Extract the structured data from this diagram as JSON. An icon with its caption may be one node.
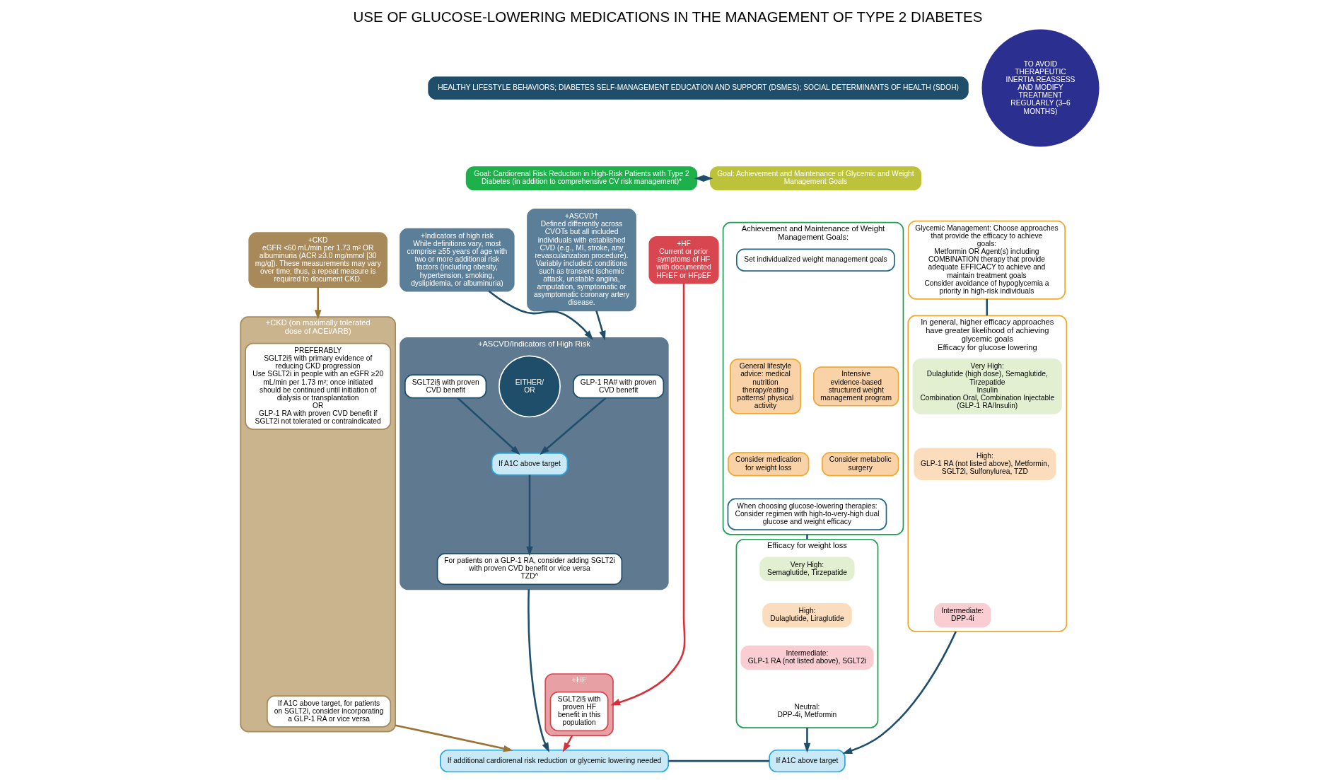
{
  "diagram": {
    "title": "USE OF GLUCOSE-LOWERING MEDICATIONS IN THE MANAGEMENT OF TYPE 2 DIABETES",
    "nodes": [
      {
        "text": [
          "HEALTHY LIFESTYLE BEHAVIORS; DIABETES SELF-MANAGEMENT EDUCATION AND SUPPORT (DSMES); SOCIAL DETERMINANTS OF HEALTH (SDOH)"
        ]
      },
      {
        "text": [
          "TO AVOID THERAPEUTIC INERTIA REASSESS AND MODIFY TREATMENT REGULARLY (3–6 MONTHS)"
        ]
      },
      {
        "text": [
          "Goal: Cardiorenal Risk Reduction in High-Risk Patients with Type 2 Diabetes (in addition to comprehensive CV risk management)*"
        ]
      },
      {
        "text": [
          "Goal: Achievement and Maintenance of Glycemic and Weight Management Goals"
        ]
      },
      {
        "text": [
          "+ASCVD†",
          "Defined differently across CVOTs but all included individuals with established CVD (e.g., MI, stroke, any revascularization procedure). Variably included: conditions such as transient ischemic attack, unstable angina, amputation, symptomatic or asymptomatic coronary artery disease."
        ]
      },
      {
        "text": [
          "+Indicators of high risk",
          "While definitions vary, most comprise ≥55 years of age with two or more additional risk factors (including obesity, hypertension, smoking, dyslipidemia, or albuminuria)"
        ]
      },
      {
        "text": [
          "+HF",
          "Current or prior symptoms of HF with documented HFrEF or HFpEF"
        ]
      },
      {
        "text": [
          "+CKD",
          "eGFR <60 mL/min per 1.73 m² OR albuminuria (ACR ≥3.0 mg/mmol [30 mg/g]). These measurements may vary over time; thus, a repeat measure is required to document CKD."
        ]
      },
      {
        "text": [
          "+ASCVD/Indicators of High Risk"
        ]
      },
      {
        "text": [
          "GLP-1 RA# with proven CVD benefit"
        ],
        "in": 8
      },
      {
        "text": [
          "EITHER/ OR"
        ],
        "in": 8
      },
      {
        "text": [
          "SGLT2i§ with proven CVD benefit"
        ],
        "in": 8
      },
      {
        "text": [
          "If A1C above target"
        ],
        "in": 8
      },
      {
        "text": [
          "For patients on a GLP-1 RA, consider adding SGLT2i with proven CVD benefit or vice versa",
          "TZD^"
        ],
        "in": 8
      },
      {
        "text": [
          "+HF"
        ]
      },
      {
        "text": [
          "SGLT2i§ with proven HF benefit in this population"
        ],
        "in": 14
      },
      {
        "text": [
          "+CKD (on maximally tolerated dose of ACEi/ARB)"
        ]
      },
      {
        "text": [
          "PREFERABLY",
          "SGLT2i§ with primary evidence of reducing CKD progression",
          "Use SGLT2i in people with an eGFR ≥20 mL/min per 1.73 m²; once initiated should be continued until initiation of dialysis or transplantation",
          "OR",
          "GLP-1 RA with proven CVD benefit if SGLT2i not tolerated or contraindicated"
        ],
        "in": 16
      },
      {
        "text": [
          "If A1C above target, for patients on SGLT2i, consider incorporating a GLP-1 RA or vice versa"
        ],
        "in": 16
      },
      {
        "text": [
          "If additional cardiorenal risk reduction or glycemic lowering needed"
        ]
      },
      {
        "text": [
          "Glycemic Management: Choose approaches that provide the efficacy to achieve goals:",
          "Metformin OR Agent(s) including COMBINATION therapy that provide adequate EFFICACY to achieve and maintain treatment goals",
          "Consider avoidance of hypoglycemia a priority in high-risk individuals"
        ]
      },
      {
        "text": [
          "In general, higher efficacy approaches have greater likelihood of achieving glycemic goals",
          "Efficacy for glucose lowering"
        ]
      },
      {
        "text": [
          "Very High:",
          "Dulaglutide (high dose), Semaglutide, Tirzepatide",
          "Insulin",
          "Combination Oral, Combination Injectable (GLP-1 RA/Insulin)"
        ],
        "in": 21
      },
      {
        "text": [
          "High:",
          "GLP-1 RA (not listed above), Metformin, SGLT2i, Sulfonylurea, TZD"
        ],
        "in": 21
      },
      {
        "text": [
          "Intermediate:",
          "DPP-4i"
        ],
        "in": 21
      },
      {
        "text": [
          "Achievement and Maintenance of Weight Management Goals:"
        ]
      },
      {
        "text": [
          "Set individualized weight management goals"
        ],
        "in": 25
      },
      {
        "text": [
          "General lifestyle advice: medical nutrition therapy/eating patterns/ physical activity"
        ],
        "in": 25
      },
      {
        "text": [
          "Intensive evidence-based structured weight management program"
        ],
        "in": 25
      },
      {
        "text": [
          "Consider medication for weight loss"
        ],
        "in": 25
      },
      {
        "text": [
          "Consider metabolic surgery"
        ],
        "in": 25
      },
      {
        "text": [
          "When choosing glucose-lowering therapies:",
          "Consider regimen with high-to-very-high dual glucose and weight efficacy"
        ],
        "in": 25
      },
      {
        "text": [
          "Efficacy for weight loss"
        ]
      },
      {
        "text": [
          "Very High:",
          "Semaglutide, Tirzepatide"
        ],
        "in": 32
      },
      {
        "text": [
          "High:",
          "Dulaglutide, Liraglutide"
        ],
        "in": 32
      },
      {
        "text": [
          "Intermediate:",
          "GLP-1 RA (not listed above), SGLT2i"
        ],
        "in": 32
      },
      {
        "text": [
          "Neutral:",
          "DPP-4i, Metformin"
        ],
        "in": 32
      },
      {
        "text": [
          "If A1C above target"
        ]
      }
    ],
    "edges": [
      {
        "from": 2,
        "to": 3,
        "arrow": "both"
      },
      {
        "from": 4,
        "to": 8,
        "arrow": "to"
      },
      {
        "from": 5,
        "to": 8,
        "arrow": "to"
      },
      {
        "from": 6,
        "to": 14,
        "arrow": "to",
        "color": "#d6303a"
      },
      {
        "from": 7,
        "to": 16,
        "arrow": "to",
        "color": "#9a7434"
      },
      {
        "from": 9,
        "to": 12,
        "arrow": "to"
      },
      {
        "from": 11,
        "to": 12,
        "arrow": "to"
      },
      {
        "from": 12,
        "to": 13,
        "arrow": "to"
      },
      {
        "from": 8,
        "to": 19,
        "arrow": "to"
      },
      {
        "from": 14,
        "to": 19,
        "arrow": "to",
        "color": "#d6303a"
      },
      {
        "from": 16,
        "to": 19,
        "arrow": "to",
        "color": "#9a7434"
      },
      {
        "from": 20,
        "to": 21,
        "arrow": "none"
      },
      {
        "from": 21,
        "to": 37,
        "arrow": "to"
      },
      {
        "from": 25,
        "to": 32,
        "arrow": "none"
      },
      {
        "from": 32,
        "to": 37,
        "arrow": "to"
      },
      {
        "from": 19,
        "to": 37,
        "arrow": "none"
      }
    ]
  }
}
